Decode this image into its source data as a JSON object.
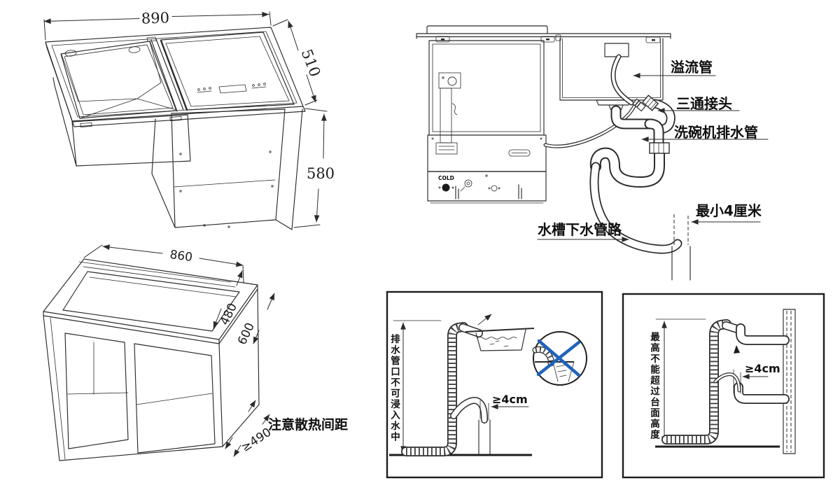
{
  "panels": {
    "unit_iso": {
      "width": "890",
      "depth": "510",
      "height": "580"
    },
    "cabinet_iso": {
      "top_width": "860",
      "inner_depth": "480",
      "outer_depth": "600",
      "bottom_clearance": "≥490",
      "note": "注意散热间距"
    },
    "plumbing": {
      "overflow_pipe": "溢流管",
      "tee_joint": "三通接头",
      "dishwasher_drain_hose": "洗碗机排水管",
      "sink_drain_line": "水槽下水管路",
      "min_gap": "最小4厘米",
      "cold": "COLD"
    },
    "warning_drain_not_submerged": {
      "note": "排水管口不可浸入水中",
      "gap": "≥4cm"
    },
    "warning_max_height": {
      "note": "最高不能超过台面高度",
      "gap": "≥4cm"
    }
  },
  "colors": {
    "line": "#2b2b2b",
    "prohibit_x": "#1f63bb",
    "background": "#ffffff"
  }
}
